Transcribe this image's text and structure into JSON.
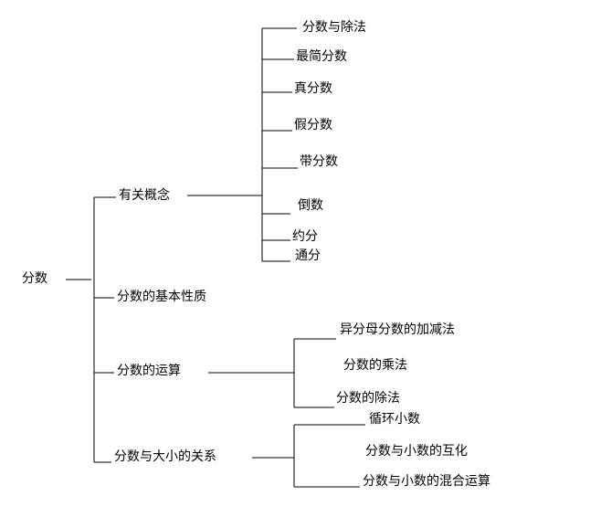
{
  "root": {
    "label": "分数"
  },
  "branches": {
    "concepts": {
      "label": "有关概念",
      "items": [
        "分数与除法",
        "最简分数",
        "真分数",
        "假分数",
        "带分数",
        "倒数",
        "约分",
        "通分"
      ]
    },
    "properties": {
      "label": "分数的基本性质"
    },
    "operations": {
      "label": "分数的运算",
      "items": [
        "异分母分数的加减法",
        "分数的乘法",
        "分数的除法"
      ]
    },
    "relations": {
      "label": "分数与大小的关系",
      "items": [
        "循环小数",
        "分数与小数的互化",
        "分数与小数的混合运算"
      ]
    }
  },
  "colors": {
    "line": "#000000",
    "text": "#000000",
    "background": "#ffffff"
  }
}
